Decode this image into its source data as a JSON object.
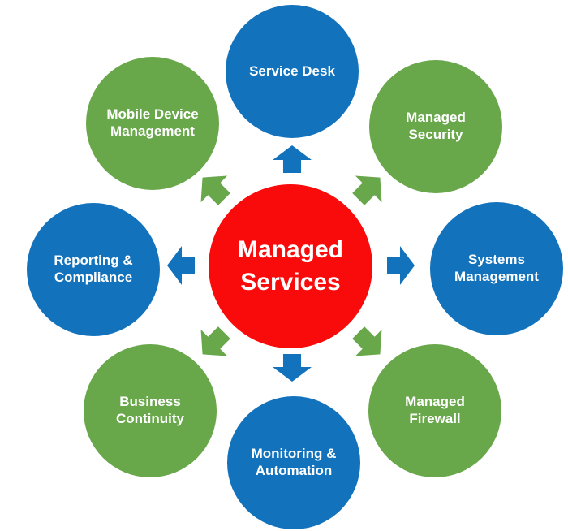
{
  "title": "Managed Services diagram",
  "colors": {
    "red": "#FA0B0B",
    "blue": "#1272BC",
    "green": "#69A74B",
    "text": "#FFFFFF",
    "background": "#FFFFFF"
  },
  "center": {
    "label": "Managed\nServices",
    "color": "red"
  },
  "nodes": [
    {
      "id": "service-desk",
      "label": "Service Desk",
      "color": "blue",
      "position": "top"
    },
    {
      "id": "managed-security",
      "label": "Managed\nSecurity",
      "color": "green",
      "position": "top-right"
    },
    {
      "id": "systems-management",
      "label": "Systems\nManagement",
      "color": "blue",
      "position": "right"
    },
    {
      "id": "managed-firewall",
      "label": "Managed\nFirewall",
      "color": "green",
      "position": "bottom-right"
    },
    {
      "id": "monitoring-automation",
      "label": "Monitoring &\nAutomation",
      "color": "blue",
      "position": "bottom"
    },
    {
      "id": "business-continuity",
      "label": "Business\nContinuity",
      "color": "green",
      "position": "bottom-left"
    },
    {
      "id": "reporting-compliance",
      "label": "Reporting &\nCompliance",
      "color": "blue",
      "position": "left"
    },
    {
      "id": "mobile-device-management",
      "label": "Mobile Device\nManagement",
      "color": "green",
      "position": "top-left"
    }
  ],
  "arrows": [
    {
      "direction": "up",
      "color": "blue"
    },
    {
      "direction": "up-right",
      "color": "green"
    },
    {
      "direction": "right",
      "color": "blue"
    },
    {
      "direction": "down-right",
      "color": "green"
    },
    {
      "direction": "down",
      "color": "blue"
    },
    {
      "direction": "down-left",
      "color": "green"
    },
    {
      "direction": "left",
      "color": "blue"
    },
    {
      "direction": "up-left",
      "color": "green"
    }
  ]
}
